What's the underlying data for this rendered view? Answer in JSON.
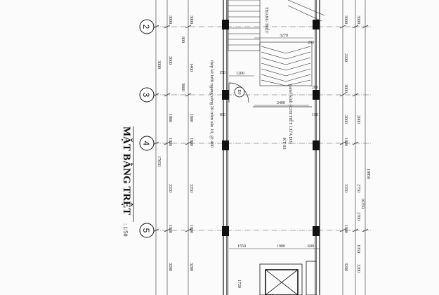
{
  "drawing": {
    "title": "MẶT BẰNG TRỆT",
    "scale": ": 1/50",
    "axes": [
      "2",
      "3",
      "4",
      "5"
    ],
    "stair_label": "THANG TRỆT",
    "room_tag": "D3",
    "note_beam": "thép kẽ lưới ngang vông 20 trầm sâu 10, @ 400",
    "note_panel": "panel kính (CHI TIẾT CỬA D3)",
    "note_panel_ref": "KT 03"
  },
  "dims": {
    "left_outer_total": "17650",
    "left_outer": [
      "3000",
      "3000",
      "1800",
      "1800",
      "3350",
      "1800",
      "3200"
    ],
    "left_inner": [
      "3000",
      "1400",
      "1800",
      "1800",
      "3350",
      "1800",
      "3200"
    ],
    "right_inner": [
      "3000",
      "2200",
      "3000",
      "2000",
      "1800",
      "3350",
      "1800",
      "3200"
    ],
    "right_outer": [
      "3000",
      "2000",
      "2750",
      "2700",
      "1050",
      "3200"
    ],
    "right_total_a": "16350",
    "right_total_b": "18850",
    "top_inner": [
      "3270",
      "200"
    ],
    "mid": [
      "1200",
      "2400",
      "150",
      "100",
      "100"
    ],
    "bottom": [
      "1550",
      "1900",
      "600"
    ],
    "small": [
      "800",
      "1720",
      "100"
    ]
  }
}
